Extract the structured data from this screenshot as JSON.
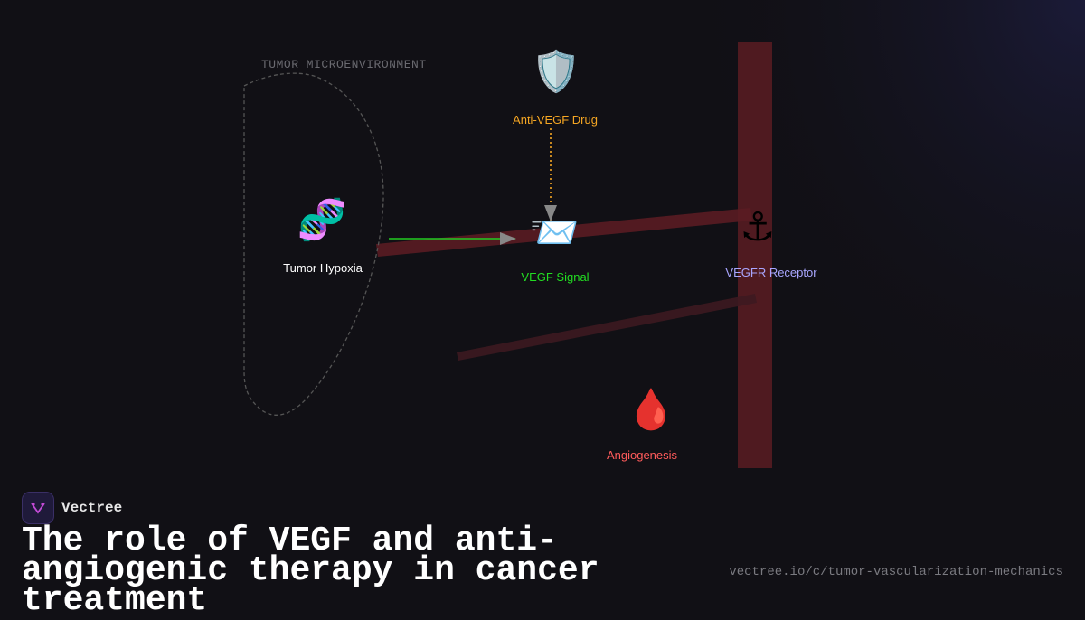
{
  "diagram": {
    "region_label": "TUMOR MICROENVIRONMENT",
    "nodes": {
      "hypoxia": {
        "label": "Tumor Hypoxia",
        "icon": "dna-icon",
        "glyph": "🧬",
        "color": "#ffffff"
      },
      "drug": {
        "label": "Anti-VEGF Drug",
        "icon": "shield-icon",
        "glyph": "🛡️",
        "color": "#f5a623"
      },
      "signal": {
        "label": "VEGF Signal",
        "icon": "envelope-icon",
        "glyph": "📨",
        "color": "#22dd22"
      },
      "receptor": {
        "label": "VEGFR Receptor",
        "icon": "anchor-icon",
        "glyph": "⚓",
        "color": "#a9a6ff"
      },
      "angiogenesis": {
        "label": "Angiogenesis",
        "icon": "blood-drop-icon",
        "glyph": "🩸",
        "color": "#ff5b5b"
      }
    },
    "edge_colors": {
      "hypoxia_to_signal": "#22cc22",
      "drug_to_signal": "#f5a623",
      "arrowhead": "#888888"
    },
    "vessel_color": "#5a1c22"
  },
  "footer": {
    "brand": "Vectree",
    "title": "The role of VEGF and anti-angiogenic therapy in cancer treatment",
    "url": "vectree.io/c/tumor-vascularization-mechanics"
  }
}
